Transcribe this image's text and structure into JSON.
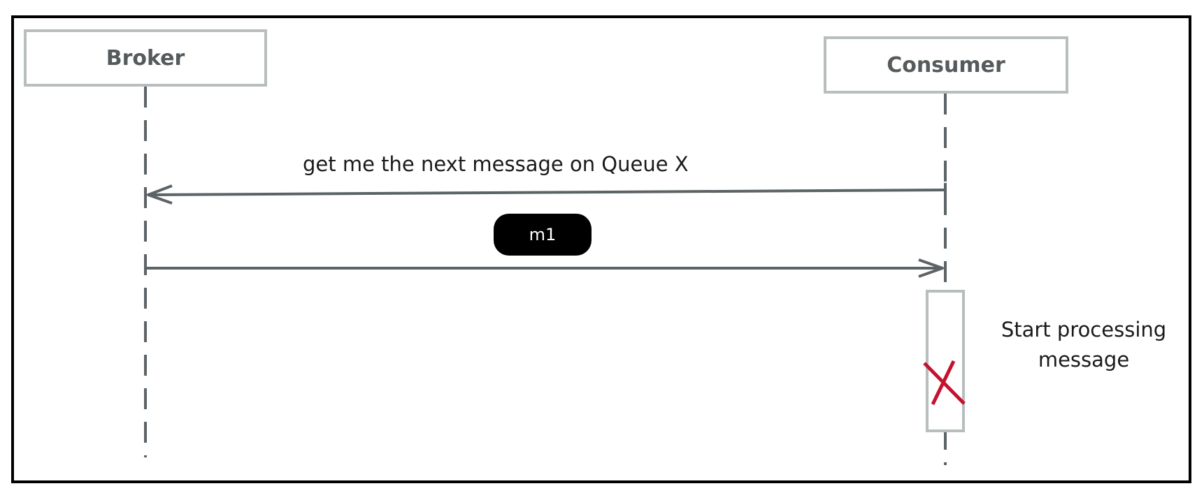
{
  "participants": {
    "broker": "Broker",
    "consumer": "Consumer"
  },
  "messages": {
    "request": "get me the next message on Queue X",
    "reply": "m1"
  },
  "note": {
    "line1": "Start processing",
    "line2": "message"
  },
  "colors": {
    "frame": "#000000",
    "participant_border": "#b8bdbe",
    "lifeline": "#5c6366",
    "arrow": "#5c6366",
    "message_pill": "#000000",
    "failure_mark": "#c4122f"
  },
  "icons": {
    "failure_mark": "cross-icon"
  }
}
